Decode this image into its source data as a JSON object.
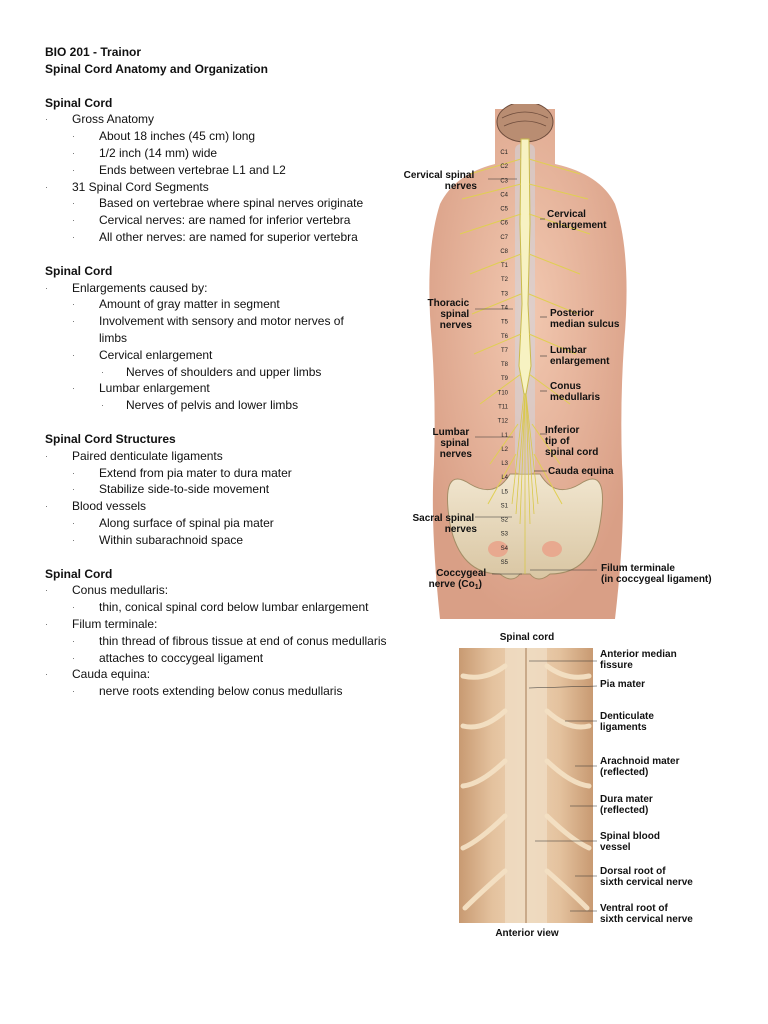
{
  "header": {
    "course": "BIO 201 - Trainor",
    "title": "Spinal Cord Anatomy and Organization"
  },
  "sections": [
    {
      "heading": "Spinal Cord",
      "items": [
        {
          "level": 1,
          "text": "Gross Anatomy"
        },
        {
          "level": 2,
          "text": "About 18 inches (45 cm) long"
        },
        {
          "level": 2,
          "text": "1/2 inch (14 mm) wide"
        },
        {
          "level": 2,
          "text": "Ends between vertebrae L1 and L2"
        },
        {
          "level": 1,
          "text": "31 Spinal Cord Segments"
        },
        {
          "level": 2,
          "text": "Based on vertebrae where spinal nerves originate"
        },
        {
          "level": 2,
          "text": "Cervical nerves: are named for inferior vertebra"
        },
        {
          "level": 2,
          "text": "All other nerves: are named for superior vertebra"
        }
      ]
    },
    {
      "heading": "Spinal Cord",
      "items": [
        {
          "level": 1,
          "text": "Enlargements caused by:"
        },
        {
          "level": 2,
          "text": "Amount of gray matter in segment"
        },
        {
          "level": 2,
          "text": "Involvement with sensory and motor nerves of limbs"
        },
        {
          "level": 2,
          "text": "Cervical enlargement"
        },
        {
          "level": 3,
          "text": "Nerves of shoulders and upper limbs"
        },
        {
          "level": 2,
          "text": "Lumbar enlargement"
        },
        {
          "level": 3,
          "text": "Nerves of pelvis and lower limbs"
        }
      ]
    },
    {
      "heading": "Spinal Cord Structures",
      "items": [
        {
          "level": 1,
          "text": "Paired denticulate ligaments"
        },
        {
          "level": 2,
          "text": "Extend from pia mater to dura mater"
        },
        {
          "level": 2,
          "text": "Stabilize side-to-side movement"
        },
        {
          "level": 1,
          "text": "Blood vessels"
        },
        {
          "level": 2,
          "text": "Along surface of spinal pia mater"
        },
        {
          "level": 2,
          "text": "Within subarachnoid space"
        }
      ]
    },
    {
      "heading": "Spinal Cord",
      "items": [
        {
          "level": 1,
          "text": "Conus medullaris:"
        },
        {
          "level": 2,
          "text": "thin, conical spinal cord below lumbar enlargement"
        },
        {
          "level": 1,
          "text": "Filum terminale:"
        },
        {
          "level": 2,
          "text": "thin thread of fibrous tissue at end of conus medullaris"
        },
        {
          "level": 2,
          "text": "attaches to coccygeal ligament"
        },
        {
          "level": 1,
          "text": "Cauda equina:"
        },
        {
          "level": 2,
          "text": "nerve roots extending below conus medullaris"
        }
      ]
    }
  ],
  "figure1": {
    "labels_left": {
      "cervical": [
        "Cervical spinal",
        "nerves"
      ],
      "thoracic": [
        "Thoracic",
        "spinal",
        "nerves"
      ],
      "lumbar": [
        "Lumbar",
        "spinal",
        "nerves"
      ],
      "sacral": [
        "Sacral spinal",
        "nerves"
      ],
      "coccygeal": [
        "Coccygeal",
        "nerve (Co",
        "1",
        ")"
      ]
    },
    "labels_right": {
      "cervical_enlargement": [
        "Cervical",
        "enlargement"
      ],
      "posterior_sulcus": [
        "Posterior",
        "median sulcus"
      ],
      "lumbar_enlargement": [
        "Lumbar",
        "enlargement"
      ],
      "conus": [
        "Conus",
        "medullaris"
      ],
      "inferior_tip": [
        "Inferior",
        "tip of",
        "spinal cord"
      ],
      "cauda": [
        "Cauda equina"
      ],
      "filum": [
        "Filum terminale",
        "(in coccygeal ligament)"
      ]
    },
    "segments": [
      "C1",
      "C2",
      "C3",
      "C4",
      "C5",
      "C6",
      "C7",
      "C8",
      "T1",
      "T2",
      "T3",
      "T4",
      "T5",
      "T6",
      "T7",
      "T8",
      "T9",
      "T10",
      "T11",
      "T12",
      "L1",
      "L2",
      "L3",
      "L4",
      "L5",
      "S1",
      "S2",
      "S3",
      "S4",
      "S5"
    ]
  },
  "figure2": {
    "top_label": "Spinal cord",
    "bottom_label": "Anterior view",
    "labels": [
      [
        "Anterior median",
        "fissure"
      ],
      [
        "Pia mater"
      ],
      [
        "Denticulate",
        "ligaments"
      ],
      [
        "Arachnoid mater",
        "(reflected)"
      ],
      [
        "Dura mater",
        "(reflected)"
      ],
      [
        "Spinal blood",
        "vessel"
      ],
      [
        "Dorsal root of",
        "sixth cervical nerve"
      ],
      [
        "Ventral root of",
        "sixth cervical nerve"
      ]
    ]
  }
}
